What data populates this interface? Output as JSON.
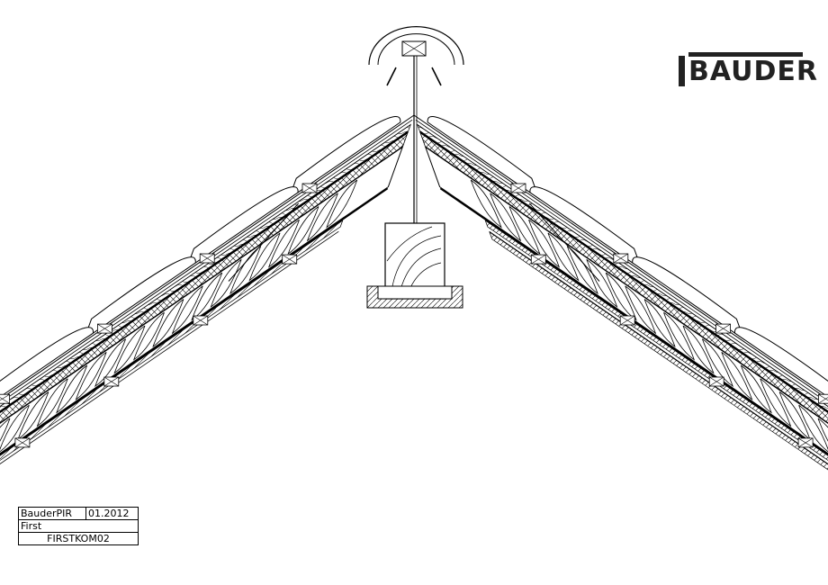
{
  "brand": {
    "logo_text": "BAUDER"
  },
  "title_block": {
    "product": "BauderPIR",
    "date": "01.2012",
    "label": "First",
    "code": "FIRSTKOM02"
  }
}
